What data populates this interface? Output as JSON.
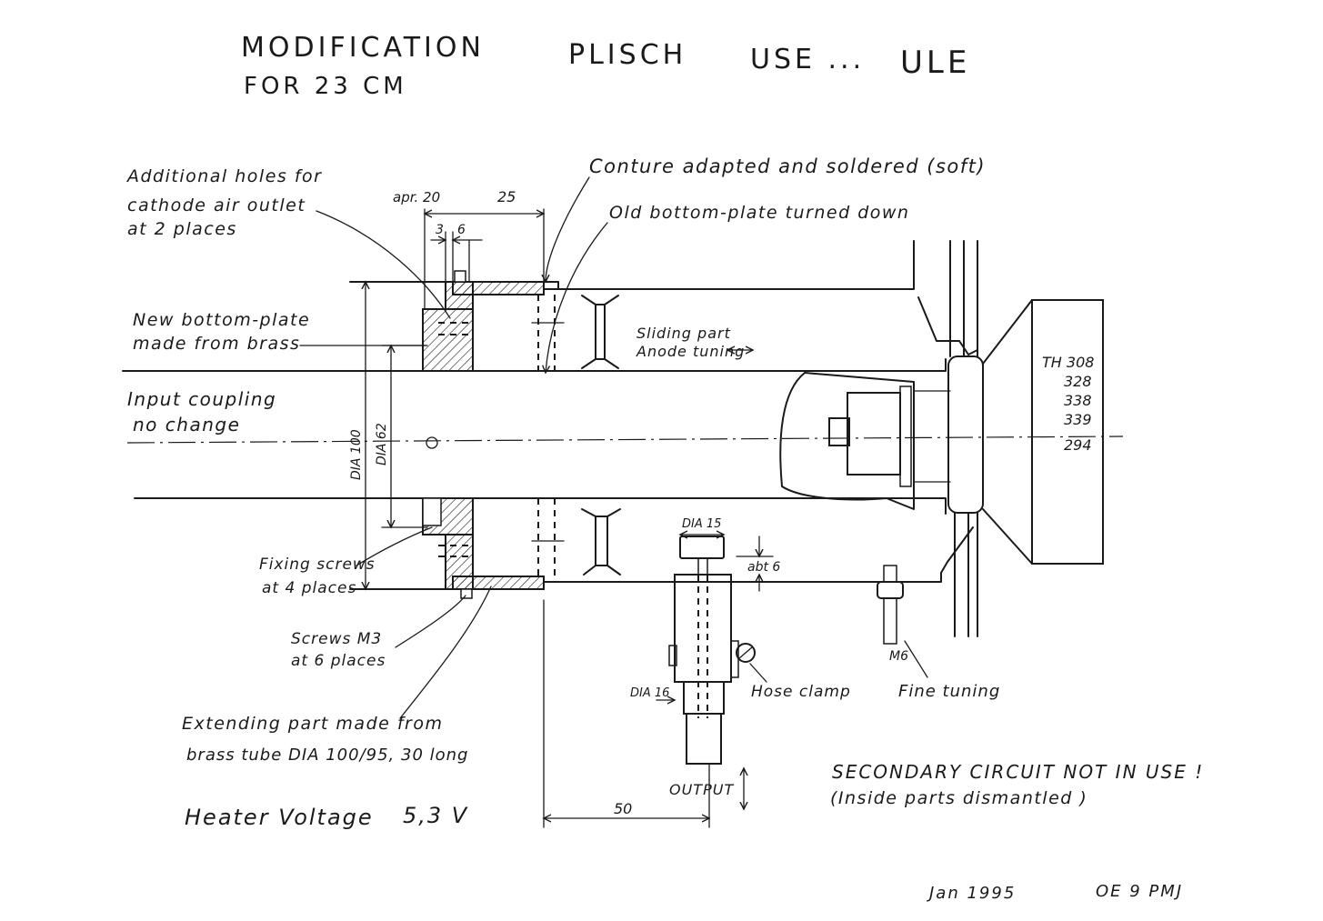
{
  "title": {
    "line1": "MODIFICATION",
    "word2": "PLISCH",
    "word3": "USE ...",
    "word4": "ULE",
    "line2": "FOR 23 CM"
  },
  "labels": {
    "additional_holes": [
      "Additional holes for",
      "cathode air outlet",
      "at 2 places"
    ],
    "conture": "Conture adapted and soldered (soft)",
    "old_bottom_plate": "Old bottom-plate turned down",
    "new_bottom_plate": [
      "New bottom-plate",
      "made from brass"
    ],
    "sliding_part": [
      "Sliding part",
      "Anode tuning"
    ],
    "input_coupling": [
      "Input coupling",
      "no change"
    ],
    "fixing_screws": [
      "Fixing screws",
      "at 4 places"
    ],
    "screws_m3": [
      "Screws M3",
      "at 6 places"
    ],
    "extending_part": [
      "Extending part made from",
      "brass tube DIA 100/95, 30 long"
    ],
    "hose_clamp": "Hose clamp",
    "fine_tuning": "Fine tuning",
    "m6": "M6",
    "output": "OUTPUT",
    "heater_voltage": "Heater Voltage",
    "heater_value": "5,3 V",
    "secondary": [
      "SECONDARY CIRCUIT NOT IN USE !",
      "(Inside parts dismantled )"
    ],
    "tube_types": [
      "TH 308",
      "328",
      "338",
      "339",
      "294"
    ],
    "date": "Jan 1995",
    "author": "OE 9 PMJ"
  },
  "dimensions": {
    "apr20": "apr. 20",
    "d25": "25",
    "d3": "3",
    "d6": "6",
    "dia100": "DIA 100",
    "dia62": "DIA 62",
    "dia15": "DIA 15",
    "abt6": "abt 6",
    "dia16": "DIA 16",
    "d50": "50"
  }
}
